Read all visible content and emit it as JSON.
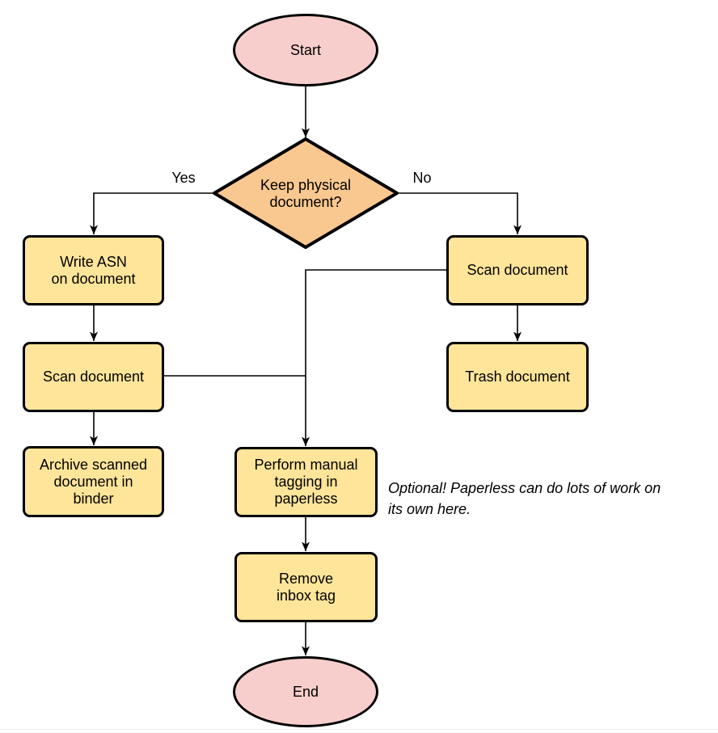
{
  "colors": {
    "canvas-bg": "#ffffff",
    "terminator-fill": "#f8cecc",
    "decision-fill": "#f9c890",
    "process-fill": "#ffe59a",
    "shape-stroke": "#000000",
    "edge-stroke": "#000000",
    "text-color": "#000000",
    "bottom-divider": "#eef1f1"
  },
  "nodes": {
    "start": {
      "label": "Start",
      "type": "terminator"
    },
    "decision": {
      "label": "Keep physical\ndocument?",
      "type": "decision"
    },
    "write_asn": {
      "label": "Write ASN\non document",
      "type": "process"
    },
    "scan_keep": {
      "label": "Scan document",
      "type": "process"
    },
    "archive": {
      "label": "Archive scanned\ndocument in\nbinder",
      "type": "process"
    },
    "scan_discard": {
      "label": "Scan document",
      "type": "process"
    },
    "trash": {
      "label": "Trash document",
      "type": "process"
    },
    "tagging": {
      "label": "Perform manual\ntagging in\npaperless",
      "type": "process"
    },
    "remove_inbox": {
      "label": "Remove\ninbox tag",
      "type": "process"
    },
    "end": {
      "label": "End",
      "type": "terminator"
    }
  },
  "edge_labels": {
    "yes": "Yes",
    "no": "No"
  },
  "note": {
    "text": "Optional! Paperless can do lots of work on\nits own here."
  }
}
